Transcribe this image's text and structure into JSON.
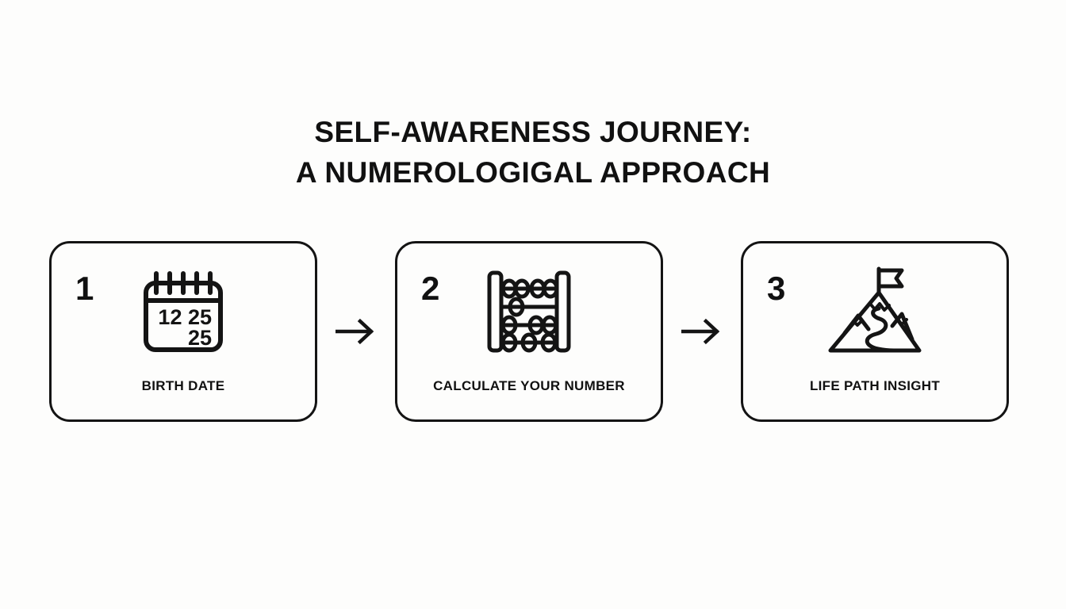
{
  "slide": {
    "background_color": "#fdfdfc",
    "ink_color": "#141414",
    "title": {
      "line1": "SELF-AWARENESS JOURNEY:",
      "line2": "A NUMEROLOGIGAL APPROACH"
    },
    "steps": [
      {
        "number": "1",
        "label": "BIRTH DATE",
        "icon": "calendar-icon",
        "calendar": {
          "line1": "12 25",
          "line2": "25",
          "rings": 5
        }
      },
      {
        "number": "2",
        "label": "CALCULATE YOUR NUMBER",
        "icon": "abacus-icon",
        "abacus": {
          "rows": 4,
          "beads_per_row": [
            4,
            1,
            3,
            3
          ]
        }
      },
      {
        "number": "3",
        "label": "LIFE PATH INSIGHT",
        "icon": "mountain-flag-icon",
        "mountain": {
          "peaks": 3,
          "has_flag": true,
          "has_winding_path": true
        }
      }
    ],
    "connectors": [
      {
        "icon": "arrow-right-icon"
      },
      {
        "icon": "arrow-right-icon"
      }
    ]
  }
}
